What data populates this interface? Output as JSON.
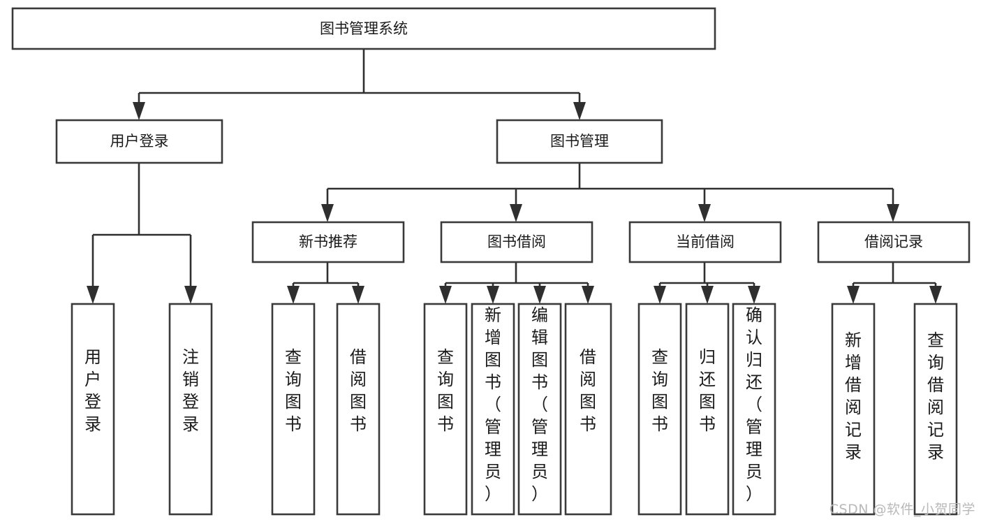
{
  "diagram": {
    "title": "图书管理系统",
    "type": "tree",
    "watermark": "CSDN @软件_小贺同学",
    "colors": {
      "background": "#ffffff",
      "box_border": "#3a3a3a",
      "connector": "#2f2f2f",
      "text": "#1a1a1a",
      "watermark": "#b9b9b9"
    },
    "root": {
      "label": "图书管理系统"
    },
    "level2": [
      {
        "label": "用户登录"
      },
      {
        "label": "图书管理"
      }
    ],
    "level3": [
      {
        "label": "新书推荐"
      },
      {
        "label": "图书借阅"
      },
      {
        "label": "当前借阅"
      },
      {
        "label": "借阅记录"
      }
    ],
    "leaves": {
      "user_login": [
        {
          "label": "用户登录"
        },
        {
          "label": "注销登录"
        }
      ],
      "new_book": [
        {
          "label": "查询图书"
        },
        {
          "label": "借阅图书"
        }
      ],
      "book_borrow": [
        {
          "label": "查询图书"
        },
        {
          "label": "新增图书（管理员）"
        },
        {
          "label": "编辑图书（管理员）"
        },
        {
          "label": "借阅图书"
        }
      ],
      "current_borrow": [
        {
          "label": "查询图书"
        },
        {
          "label": "归还图书"
        },
        {
          "label": "确认归还（管理员）"
        }
      ],
      "borrow_record": [
        {
          "label": "新增借阅记录"
        },
        {
          "label": "查询借阅记录"
        }
      ]
    }
  }
}
